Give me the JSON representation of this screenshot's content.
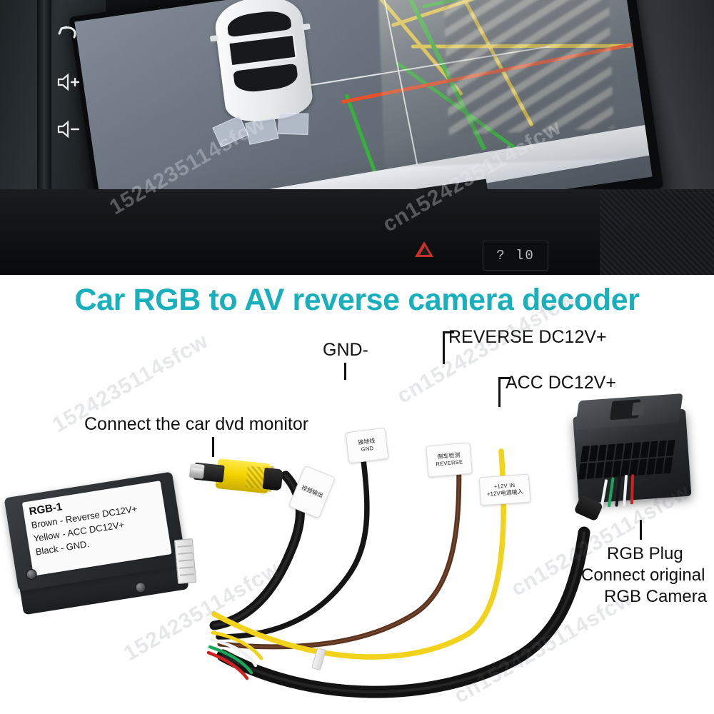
{
  "title": "Car RGB to AV reverse camera decoder",
  "theme": {
    "title_color": "#18b0bc",
    "label_color": "#111111",
    "background": "#ffffff",
    "wire_yellow": "#f2d21a",
    "wire_brown": "#5a3320",
    "wire_black": "#151515",
    "wire_red": "#cc2222",
    "wire_green": "#1aa65a",
    "wire_white": "#f0f0f0",
    "rca_yellow": "#f5d400"
  },
  "photo": {
    "description": "Car head unit screen showing reverse camera view",
    "soft_keys": [
      {
        "name": "back",
        "glyph": "↩"
      },
      {
        "name": "volume-up",
        "glyph": "◁",
        "mark": "+"
      },
      {
        "name": "volume-down",
        "glyph": "◁",
        "mark": "–"
      }
    ],
    "mini_display_value": "? l0",
    "hazard_button": "hazard-triangle",
    "guideline_colors": [
      "#e8c93c",
      "#35b23b",
      "#e8512a"
    ]
  },
  "callouts": {
    "dvd_monitor": "Connect the car dvd monitor",
    "gnd": "GND-",
    "reverse": "REVERSE DC12V+",
    "acc": "ACC DC12V+",
    "rgb_plug": [
      "RGB Plug",
      "Connect original",
      "RGB Camera"
    ]
  },
  "module_label": {
    "model": "RGB-1",
    "lines": [
      "Brown - Reverse DC12V+",
      "Yellow - ACC DC12V+",
      "Black - GND."
    ]
  },
  "cable_tags": [
    {
      "id": "gnd-tag",
      "cn": "接地线",
      "en": "GND"
    },
    {
      "id": "reverse-tag",
      "cn": "倒车检测",
      "en": "REVERSE"
    },
    {
      "id": "acc-tag",
      "cn": "+12V电源输入",
      "en": "+12V  IN"
    },
    {
      "id": "av-tag",
      "cn": "视频输出",
      "en": ""
    }
  ],
  "watermark": {
    "text": "cn1524235114sfcw",
    "short": "1524235114sfcw"
  }
}
